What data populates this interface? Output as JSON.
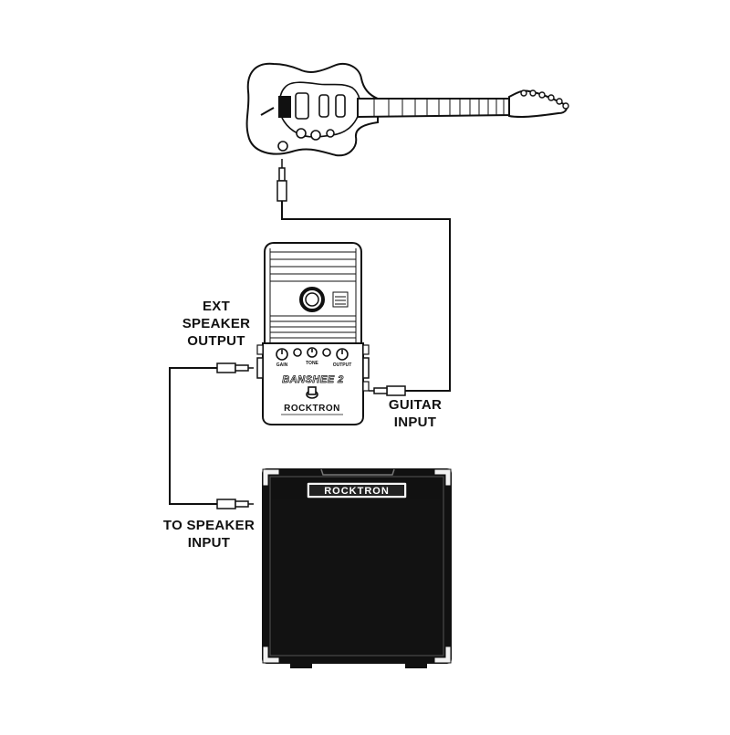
{
  "labels": {
    "ext_speaker_output": [
      "EXT",
      "SPEAKER",
      "OUTPUT"
    ],
    "guitar_input": [
      "GUITAR",
      "INPUT"
    ],
    "to_speaker_input": [
      "TO SPEAKER",
      "INPUT"
    ]
  },
  "pedal": {
    "brand": "ROCKTRON",
    "model": "BANSHEE 2",
    "knob_labels": [
      "GAIN",
      "TONE",
      "OUTPUT"
    ]
  },
  "amp": {
    "brand": "ROCKTRON"
  },
  "colors": {
    "ink": "#111111",
    "amp_grille": "#121212",
    "paper": "#ffffff"
  }
}
